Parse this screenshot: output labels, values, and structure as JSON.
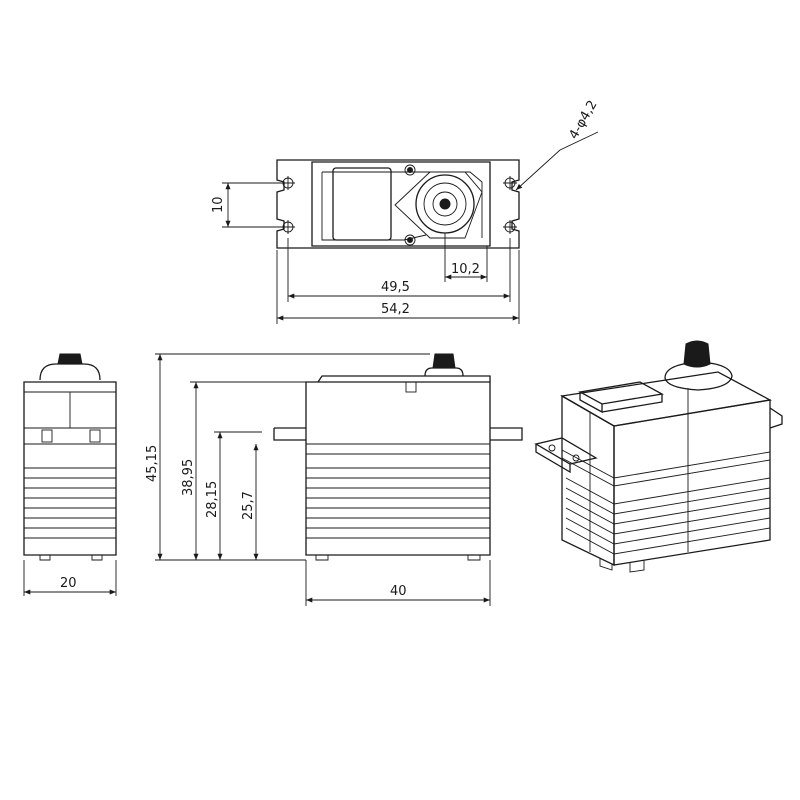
{
  "dimensions": {
    "hole_spec": "4-φ4,2",
    "hole_spacing": "10",
    "horn_offset": "10,2",
    "hole_pitch": "49,5",
    "flange_width": "54,2",
    "total_height": "45,15",
    "case_height": "38,95",
    "flange_height": "28,15",
    "body_below_flange": "25,7",
    "side_width": "20",
    "front_width": "40"
  },
  "colors": {
    "line": "#1a1a1a",
    "background": "#ffffff"
  }
}
